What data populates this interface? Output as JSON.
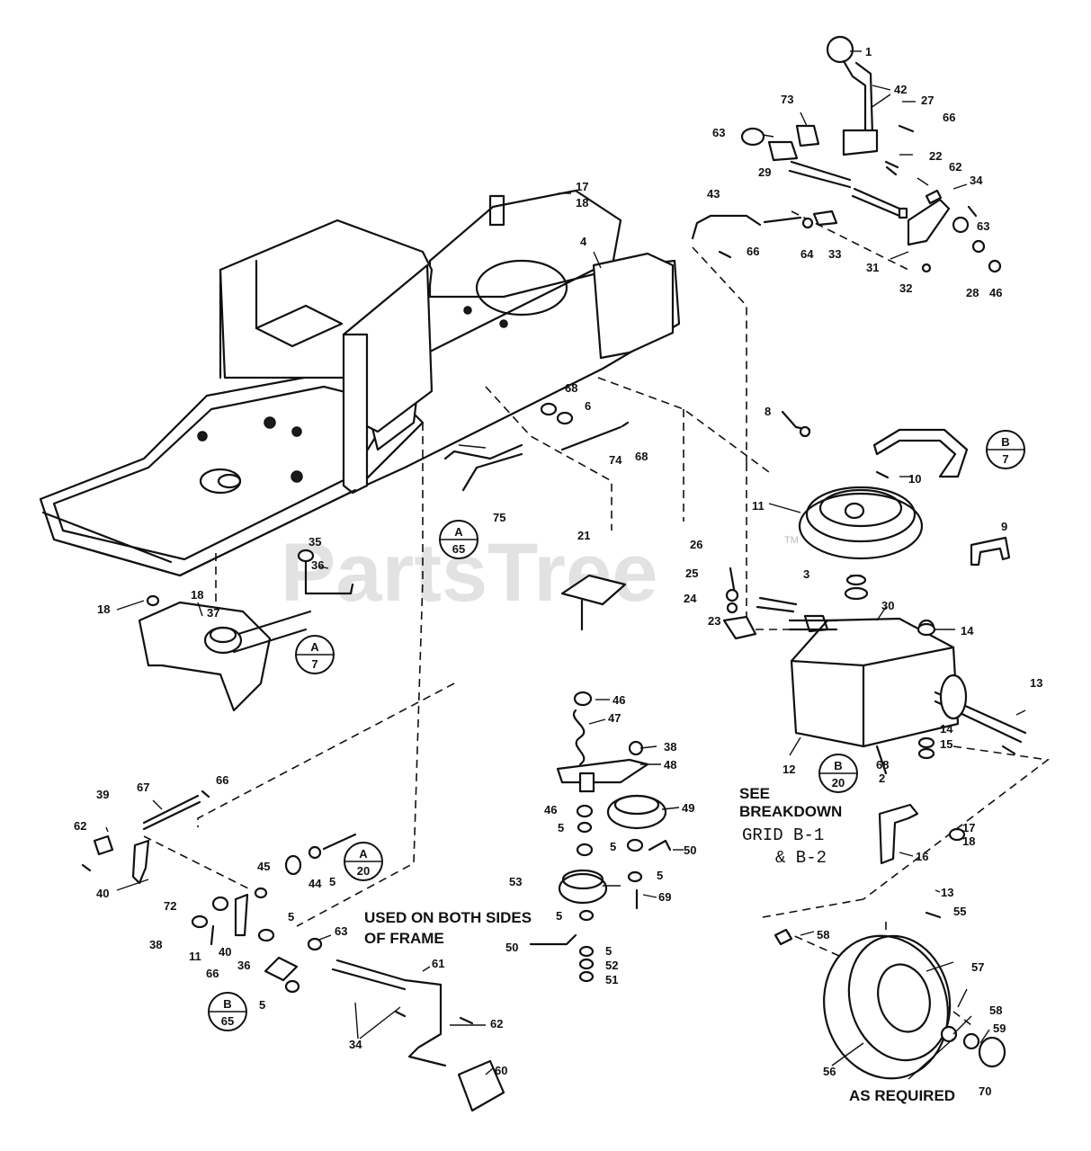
{
  "watermark": {
    "text": "PartsTree",
    "trademark": "TM"
  },
  "notes": {
    "see_breakdown_1": "SEE",
    "see_breakdown_2": "BREAKDOWN",
    "grid_1": "GRID B-1",
    "grid_2": "& B-2",
    "used_both_1": "USED ON BOTH SIDES",
    "used_both_2": "OF FRAME",
    "as_required": "AS REQUIRED"
  },
  "callouts": [
    {
      "id": "c1",
      "text": "1"
    },
    {
      "id": "c42",
      "text": "42"
    },
    {
      "id": "c27",
      "text": "27"
    },
    {
      "id": "c66a",
      "text": "66"
    },
    {
      "id": "c73",
      "text": "73"
    },
    {
      "id": "c63a",
      "text": "63"
    },
    {
      "id": "c22",
      "text": "22"
    },
    {
      "id": "c29",
      "text": "29"
    },
    {
      "id": "c62a",
      "text": "62"
    },
    {
      "id": "c34a",
      "text": "34"
    },
    {
      "id": "c43",
      "text": "43"
    },
    {
      "id": "c66b",
      "text": "66"
    },
    {
      "id": "c64",
      "text": "64"
    },
    {
      "id": "c33",
      "text": "33"
    },
    {
      "id": "c63b",
      "text": "63"
    },
    {
      "id": "c31",
      "text": "31"
    },
    {
      "id": "c32",
      "text": "32"
    },
    {
      "id": "c28",
      "text": "28"
    },
    {
      "id": "c46a",
      "text": "46"
    },
    {
      "id": "c17a",
      "text": "17"
    },
    {
      "id": "c18a",
      "text": "18"
    },
    {
      "id": "c4",
      "text": "4"
    },
    {
      "id": "c68a",
      "text": "68"
    },
    {
      "id": "c6a",
      "text": "6"
    },
    {
      "id": "c74",
      "text": "74"
    },
    {
      "id": "c68b",
      "text": "68"
    },
    {
      "id": "c75",
      "text": "75"
    },
    {
      "id": "c8",
      "text": "8"
    },
    {
      "id": "c10",
      "text": "10"
    },
    {
      "id": "c11",
      "text": "11"
    },
    {
      "id": "c9",
      "text": "9"
    },
    {
      "id": "c26",
      "text": "26"
    },
    {
      "id": "c25",
      "text": "25"
    },
    {
      "id": "c24",
      "text": "24"
    },
    {
      "id": "c23",
      "text": "23"
    },
    {
      "id": "c3",
      "text": "3"
    },
    {
      "id": "c30",
      "text": "30"
    },
    {
      "id": "c14a",
      "text": "14"
    },
    {
      "id": "c13a",
      "text": "13"
    },
    {
      "id": "c14b",
      "text": "14"
    },
    {
      "id": "c15",
      "text": "15"
    },
    {
      "id": "c12",
      "text": "12"
    },
    {
      "id": "c68c",
      "text": "68"
    },
    {
      "id": "c2",
      "text": "2"
    },
    {
      "id": "c21",
      "text": "21"
    },
    {
      "id": "c35",
      "text": "35"
    },
    {
      "id": "c36a",
      "text": "36"
    },
    {
      "id": "c18b",
      "text": "18"
    },
    {
      "id": "c18c",
      "text": "18"
    },
    {
      "id": "c37",
      "text": "37"
    },
    {
      "id": "c46b",
      "text": "46"
    },
    {
      "id": "c47",
      "text": "47"
    },
    {
      "id": "c38a",
      "text": "38"
    },
    {
      "id": "c48",
      "text": "48"
    },
    {
      "id": "c46c",
      "text": "46"
    },
    {
      "id": "c49",
      "text": "49"
    },
    {
      "id": "c5a",
      "text": "5"
    },
    {
      "id": "c5b",
      "text": "5"
    },
    {
      "id": "c50a",
      "text": "50"
    },
    {
      "id": "c5c",
      "text": "5"
    },
    {
      "id": "c53",
      "text": "53"
    },
    {
      "id": "c69",
      "text": "69"
    },
    {
      "id": "c5d",
      "text": "5"
    },
    {
      "id": "c50b",
      "text": "50"
    },
    {
      "id": "c5e",
      "text": "5"
    },
    {
      "id": "c52",
      "text": "52"
    },
    {
      "id": "c51",
      "text": "51"
    },
    {
      "id": "c17b",
      "text": "17"
    },
    {
      "id": "c18d",
      "text": "18"
    },
    {
      "id": "c16",
      "text": "16"
    },
    {
      "id": "c13b",
      "text": "13"
    },
    {
      "id": "c58a",
      "text": "58"
    },
    {
      "id": "c55",
      "text": "55"
    },
    {
      "id": "c57",
      "text": "57"
    },
    {
      "id": "c58b",
      "text": "58"
    },
    {
      "id": "c59",
      "text": "59"
    },
    {
      "id": "c56",
      "text": "56"
    },
    {
      "id": "c70",
      "text": "70"
    },
    {
      "id": "c39",
      "text": "39"
    },
    {
      "id": "c67",
      "text": "67"
    },
    {
      "id": "c66c",
      "text": "66"
    },
    {
      "id": "c62b",
      "text": "62"
    },
    {
      "id": "c40a",
      "text": "40"
    },
    {
      "id": "c45",
      "text": "45"
    },
    {
      "id": "c44",
      "text": "44"
    },
    {
      "id": "c5f",
      "text": "5"
    },
    {
      "id": "c72",
      "text": "72"
    },
    {
      "id": "c5g",
      "text": "5"
    },
    {
      "id": "c38b",
      "text": "38"
    },
    {
      "id": "c11b",
      "text": "11"
    },
    {
      "id": "c66d",
      "text": "66"
    },
    {
      "id": "c40b",
      "text": "40"
    },
    {
      "id": "c36b",
      "text": "36"
    },
    {
      "id": "c63c",
      "text": "63"
    },
    {
      "id": "c61",
      "text": "61"
    },
    {
      "id": "c62c",
      "text": "62"
    },
    {
      "id": "c34b",
      "text": "34"
    },
    {
      "id": "c60",
      "text": "60"
    },
    {
      "id": "c5h",
      "text": "5"
    }
  ],
  "refs": [
    {
      "id": "rB7",
      "letter": "B",
      "page": "7"
    },
    {
      "id": "rA7",
      "letter": "A",
      "page": "7"
    },
    {
      "id": "rA65",
      "letter": "A",
      "page": "65"
    },
    {
      "id": "rB20",
      "letter": "B",
      "page": "20"
    },
    {
      "id": "rA20",
      "letter": "A",
      "page": "20"
    },
    {
      "id": "rB65",
      "letter": "B",
      "page": "65"
    }
  ]
}
